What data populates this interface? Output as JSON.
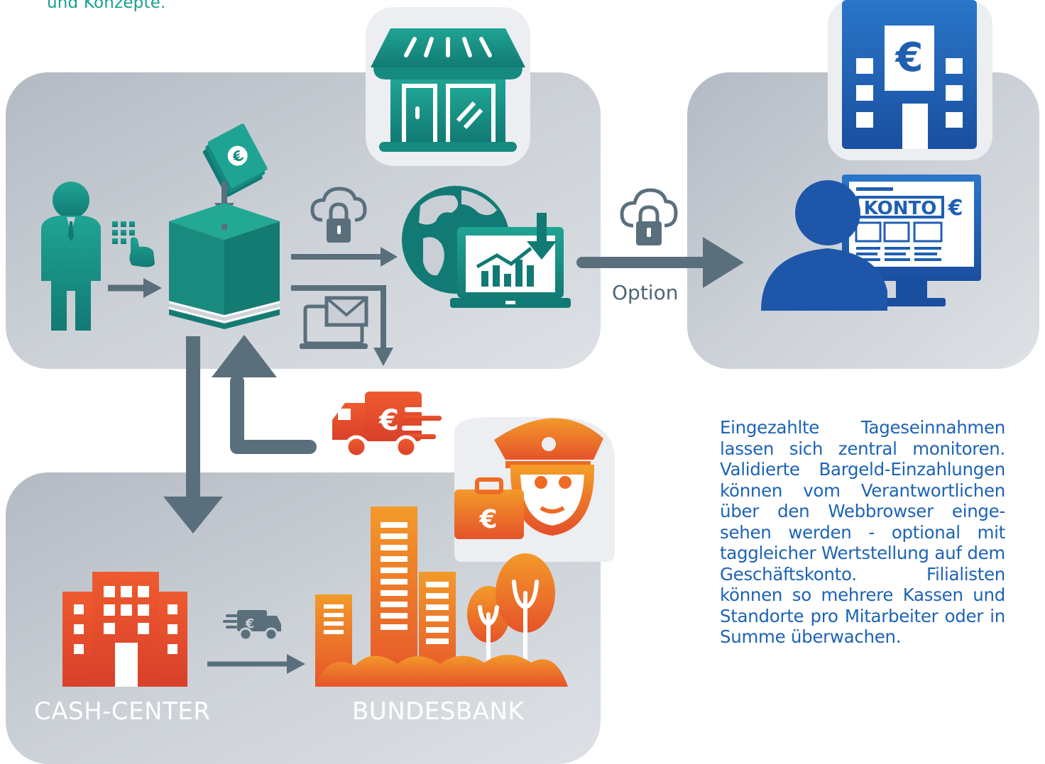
{
  "intro_text": "und Konzepte.",
  "option_label": "Option",
  "konto_label": "KONTO",
  "euro_symbol": "€",
  "cash_center_label": "CASH-CENTER",
  "bundesbank_label": "BUNDESBANK",
  "description": "Eingezahlte Tageseinnahmen lassen sich zentral monitoren. Validierte Bargeld-Einzahlungen können vom Verantwortlichen über den Webbrowser einge-sehen werden - optional mit taggleicher Wertstellung auf dem Geschäftskonto. Filialisten können so mehrere Kassen und Standorte pro Mitarbeiter oder in Summe überwachen.",
  "colors": {
    "teal": "#1a8a7e",
    "blue": "#1f5fb2",
    "orange": "#ee6a25",
    "slate": "#5a6f7c",
    "panel": "#c7ccd3"
  }
}
